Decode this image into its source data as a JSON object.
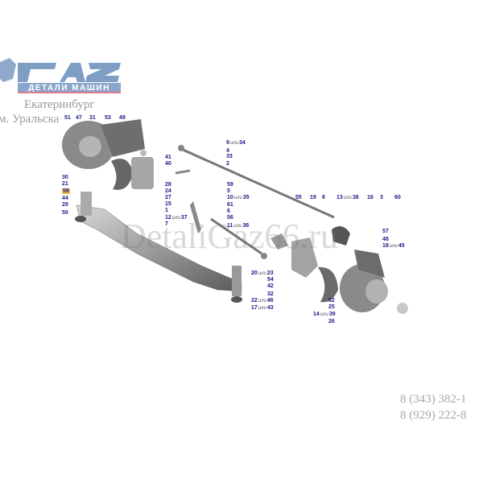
{
  "logo": {
    "brand": "ГАЗ",
    "tagline": "ДЕТАЛИ МАШИН",
    "color": "#7f9ec4"
  },
  "address": {
    "city": "Екатеринбург",
    "street": "м. Уральска"
  },
  "watermark": "DetaliGaz66.ru",
  "phones": [
    "8 (343) 382-1",
    "8 (929) 222-8"
  ],
  "highlight_color": "#f3c24a",
  "label_color": "#1a1a8c",
  "callouts": [
    {
      "text": "51"
    },
    {
      "text": "47"
    },
    {
      "text": "31"
    },
    {
      "text": "53"
    },
    {
      "text": "49"
    },
    {
      "text": "9",
      "alt": "34"
    },
    {
      "text": "4"
    },
    {
      "text": "33"
    },
    {
      "text": "2"
    },
    {
      "text": "41"
    },
    {
      "text": "40"
    },
    {
      "text": "28"
    },
    {
      "text": "24"
    },
    {
      "text": "27"
    },
    {
      "text": "15"
    },
    {
      "text": "1"
    },
    {
      "text": "12",
      "alt": "37"
    },
    {
      "text": "7"
    },
    {
      "text": "59"
    },
    {
      "text": "5"
    },
    {
      "text": "10",
      "alt": "35"
    },
    {
      "text": "61"
    },
    {
      "text": "6"
    },
    {
      "text": "56"
    },
    {
      "text": "11",
      "alt": "36"
    },
    {
      "text": "30"
    },
    {
      "text": "21"
    },
    {
      "text": "58",
      "highlighted": true
    },
    {
      "text": "44"
    },
    {
      "text": "29"
    },
    {
      "text": "50"
    },
    {
      "text": "55"
    },
    {
      "text": "19"
    },
    {
      "text": "8"
    },
    {
      "text": "13",
      "alt": "38"
    },
    {
      "text": "16"
    },
    {
      "text": "3"
    },
    {
      "text": "60"
    },
    {
      "text": "57"
    },
    {
      "text": "48"
    },
    {
      "text": "18",
      "alt": "45"
    },
    {
      "text": "20",
      "alt": "23"
    },
    {
      "text": "54"
    },
    {
      "text": "42"
    },
    {
      "text": "32"
    },
    {
      "text": "22",
      "alt": "46"
    },
    {
      "text": "17",
      "alt": "43"
    },
    {
      "text": "52"
    },
    {
      "text": "25"
    },
    {
      "text": "14",
      "alt": "39"
    },
    {
      "text": "26"
    }
  ],
  "or_word": "или"
}
